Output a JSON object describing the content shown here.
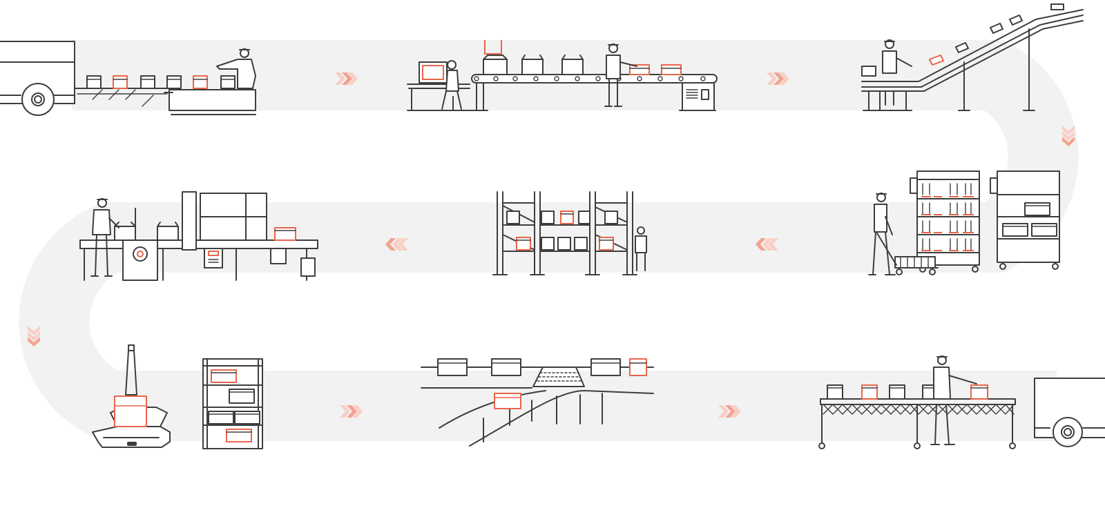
{
  "diagram": {
    "type": "warehouse-fulfillment-process-flow",
    "colors": {
      "path": "#f2f2f2",
      "line": "#3d3d3d",
      "accent": "#e8654a",
      "arrow_primary": "#f4a391",
      "arrow_secondary": "#f9cfc5",
      "background": "#ffffff"
    },
    "stages": [
      {
        "row": 1,
        "order": 1,
        "name": "receiving-truck-unloading"
      },
      {
        "row": 1,
        "order": 2,
        "name": "inspection-and-conveyor"
      },
      {
        "row": 1,
        "order": 3,
        "name": "incline-conveyor"
      },
      {
        "row": 2,
        "order": 4,
        "name": "storage-cart-picking"
      },
      {
        "row": 2,
        "order": 5,
        "name": "pallet-racking"
      },
      {
        "row": 2,
        "order": 6,
        "name": "packing-station"
      },
      {
        "row": 3,
        "order": 7,
        "name": "robotic-picking"
      },
      {
        "row": 3,
        "order": 8,
        "name": "sortation-conveyor"
      },
      {
        "row": 3,
        "order": 9,
        "name": "shipping-truck-loading"
      }
    ],
    "flow_arrows": [
      {
        "name": "arrow-right-1",
        "direction": "right"
      },
      {
        "name": "arrow-right-2",
        "direction": "right"
      },
      {
        "name": "arrow-down-1",
        "direction": "down"
      },
      {
        "name": "arrow-left-1",
        "direction": "left"
      },
      {
        "name": "arrow-left-2",
        "direction": "left"
      },
      {
        "name": "arrow-down-2",
        "direction": "down"
      },
      {
        "name": "arrow-right-3",
        "direction": "right"
      },
      {
        "name": "arrow-right-4",
        "direction": "right"
      }
    ]
  }
}
